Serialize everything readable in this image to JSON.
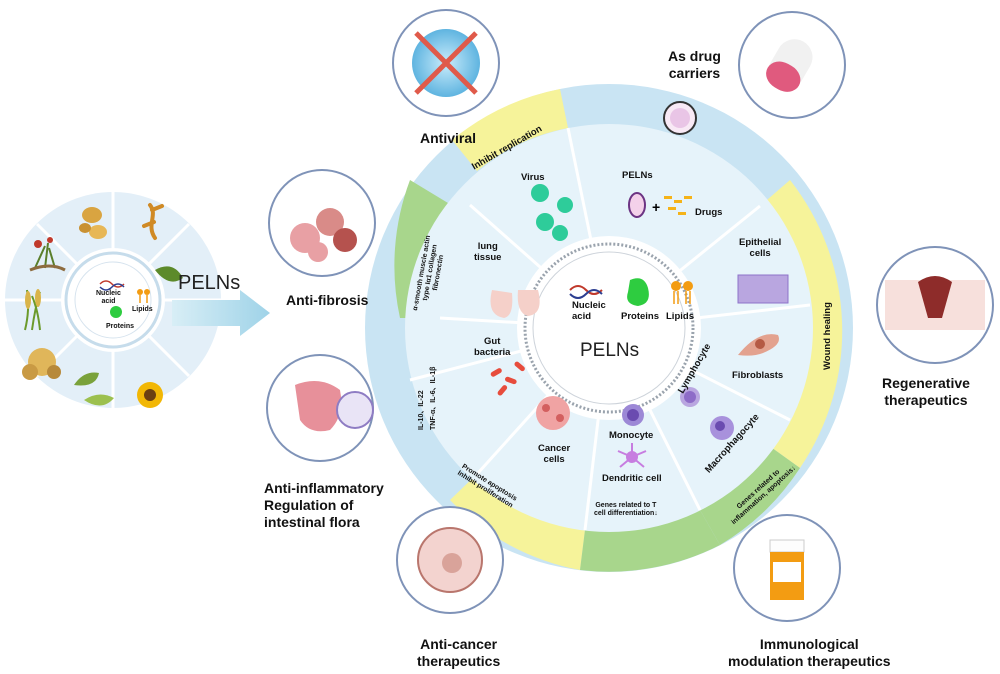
{
  "left_panel": {
    "arrow_label": "PELNs",
    "core_labels": {
      "nucleic_acid": "Nucleic\nacid",
      "lipids": "Lipids",
      "proteins": "Proteins"
    },
    "plants": [
      "ginger",
      "ginseng",
      "herb",
      "rice",
      "grapefruit",
      "dried-root",
      "tea",
      "sunflower"
    ]
  },
  "center": {
    "title": "PELNs",
    "nucleic_acid": "Nucleic\nacid",
    "proteins": "Proteins",
    "lipids": "Lipids"
  },
  "segments": {
    "virus": "Virus",
    "pelns": "PELNs",
    "drugs": "Drugs",
    "epithelial": "Epithelial\ncells",
    "fibroblasts": "Fibroblasts",
    "lymphocyte": "Lymphocyte",
    "macrophagocyte": "Macrophagocyte",
    "monocyte": "Monocyte",
    "dendritic": "Dendritic cell",
    "cancer": "Cancer\ncells",
    "gut": "Gut\nbacteria",
    "lung": "lung\ntissue"
  },
  "ring_labels": {
    "inhibit_replication": "Inhibit replication",
    "wound_healing": "Wound healing",
    "genes_inflammation": "Genes related to\ninflammation, apoptosis↓",
    "genes_t_cell": "Genes related to T\ncell differentiation↓",
    "promote_apoptosis": "Promote apoptosis\nInhibit proliferation",
    "cytokines_1": "IL-10、IL-22",
    "cytokines_2": "TNF-α、IL-6、IL-1β",
    "fibrosis_1": "α-smooth muscle actin",
    "fibrosis_2": "type Iα1 collagen",
    "fibrosis_3": "fibronectin"
  },
  "outer": {
    "antiviral": "Antiviral",
    "drug_carriers": "As drug\ncarriers",
    "anti_fibrosis": "Anti-fibrosis",
    "regenerative": "Regenerative\ntherapeutics",
    "anti_inflammatory": "Anti-inflammatory\nRegulation of\nintestinal flora",
    "anti_cancer": "Anti-cancer\ntherapeutics",
    "immunological": "Immunological\nmodulation therapeutics"
  },
  "colors": {
    "ring_blue": "#c9e4f3",
    "ring_yellow": "#f6f39a",
    "ring_green": "#a8d68c",
    "inner_bg": "#e6f3fa",
    "circle_border": "#7f93b8",
    "arrow": "#bfe2ef"
  }
}
